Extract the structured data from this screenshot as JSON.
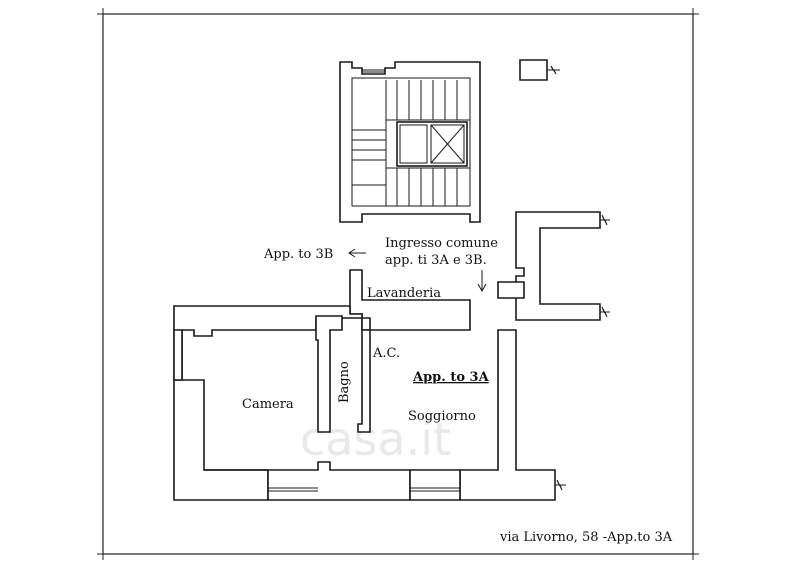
{
  "plan": {
    "labels": {
      "app_3b": "App. to 3B",
      "entrance_line1": "Ingresso comune",
      "entrance_line2": "app. ti 3A e 3B.",
      "laundry": "Lavanderia",
      "ac": "A.C.",
      "app_3a": "App. to 3A",
      "bedroom": "Camera",
      "bathroom": "Bagno",
      "living": "Soggiorno"
    },
    "watermark": "casa.it",
    "caption": "via Livorno, 58 -App.to 3A"
  }
}
